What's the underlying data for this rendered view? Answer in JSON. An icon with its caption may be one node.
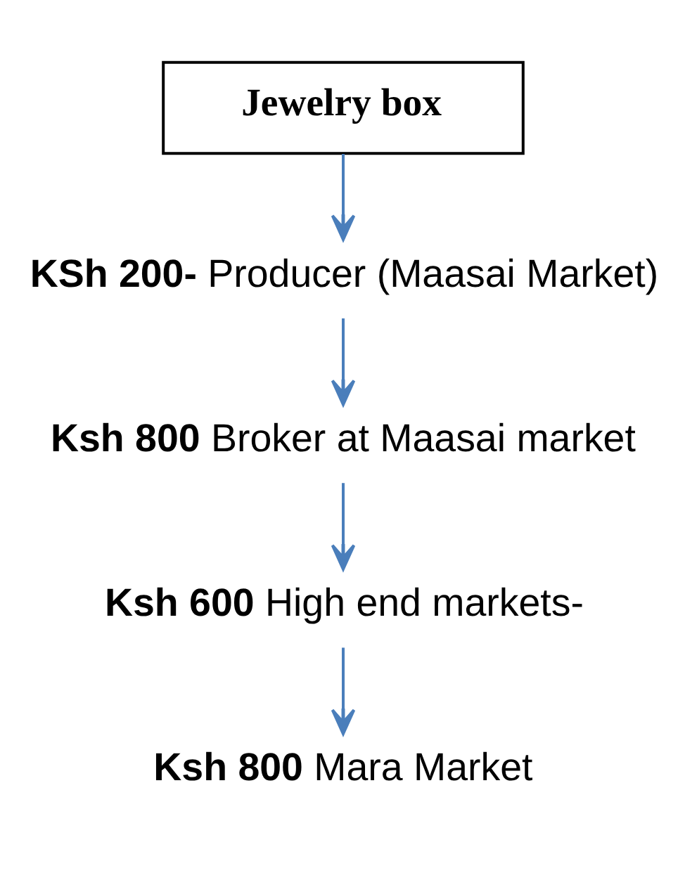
{
  "diagram": {
    "nodes": [
      {
        "text": [
          "Jewelry box"
        ]
      },
      {
        "text": [
          "**KSh 200-** Producer (Maasai Market)"
        ]
      },
      {
        "text": [
          "**Ksh 800** Broker at Maasai market"
        ]
      },
      {
        "text": [
          "**Ksh 600** High end markets-"
        ]
      },
      {
        "text": [
          "**Ksh 800** Mara Market"
        ]
      }
    ],
    "edges": [
      {
        "from": 0,
        "to": 1,
        "arrow": "to"
      },
      {
        "from": 1,
        "to": 2,
        "arrow": "to"
      },
      {
        "from": 2,
        "to": 3,
        "arrow": "to"
      },
      {
        "from": 3,
        "to": 4,
        "arrow": "to"
      }
    ]
  }
}
